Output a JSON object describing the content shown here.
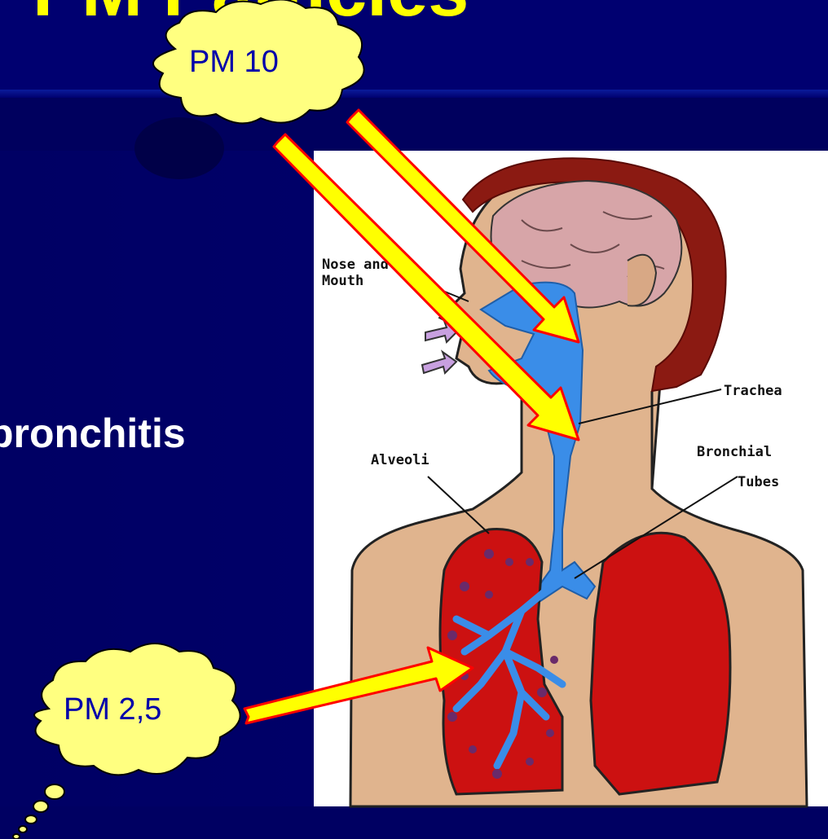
{
  "slide": {
    "title_fragment": "PM Particles",
    "bullet_fragment": "bronchitis"
  },
  "clouds": {
    "top_label": "PM 10",
    "bottom_label": "PM 2,5"
  },
  "diagram_labels": {
    "nose_mouth": [
      "Nose and",
      "Mouth"
    ],
    "trachea": "Trachea",
    "alveoli": "Alveoli",
    "bronchial": [
      "Bronchial",
      "Tubes"
    ]
  },
  "colors": {
    "background": "#00005e",
    "title": "#ffff00",
    "cloud_fill": "#ffff80",
    "arrow_fill": "#ffff00",
    "arrow_outline": "#ff0000",
    "airway": "#3a8de8",
    "lung": "#cc1111",
    "skin": "#e0b48e",
    "brain": "#d7a5a8",
    "hair": "#8b1a12"
  }
}
